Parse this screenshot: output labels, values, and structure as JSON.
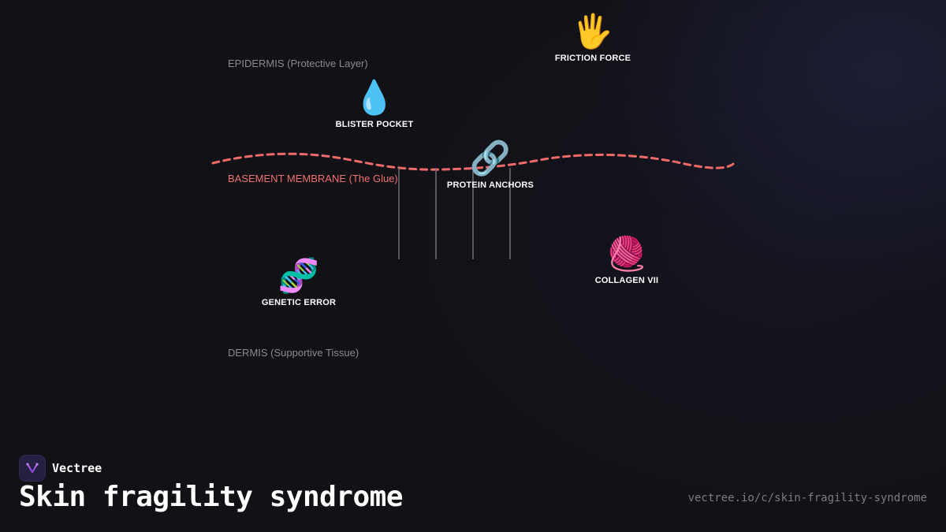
{
  "diagram": {
    "layers": {
      "epidermis": "EPIDERMIS (Protective Layer)",
      "basement_membrane": "BASEMENT MEMBRANE (The Glue)",
      "dermis": "DERMIS (Supportive Tissue)"
    },
    "nodes": {
      "friction_force": {
        "icon": "hand-icon",
        "emoji": "🖐️",
        "label": "FRICTION FORCE"
      },
      "blister_pocket": {
        "icon": "droplet-icon",
        "emoji": "💧",
        "label": "BLISTER POCKET"
      },
      "protein_anchors": {
        "icon": "link-icon",
        "emoji": "🔗",
        "label": "PROTEIN ANCHORS"
      },
      "genetic_error": {
        "icon": "dna-icon",
        "emoji": "🧬",
        "label": "GENETIC ERROR"
      },
      "collagen_vii": {
        "icon": "yarn-icon",
        "emoji": "🧶",
        "label": "COLLAGEN VII"
      }
    },
    "colors": {
      "membrane": "#f06a6a",
      "anchor_lines": "#6e6e78"
    }
  },
  "footer": {
    "brand": "Vectree",
    "title": "Skin fragility syndrome",
    "url": "vectree.io/c/skin-fragility-syndrome"
  }
}
